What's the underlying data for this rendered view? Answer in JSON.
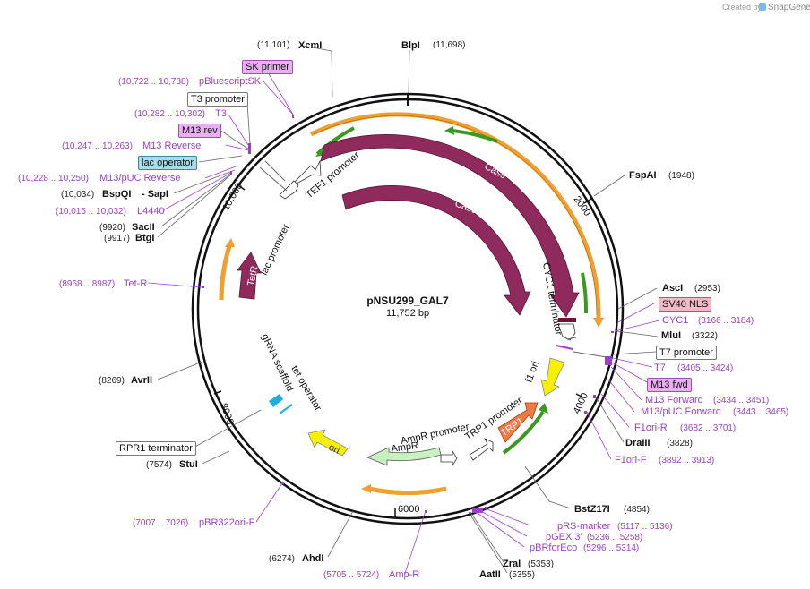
{
  "header": {
    "created_by": "Created by",
    "brand": "SnapGene"
  },
  "plasmid": {
    "name": "pNSU299_GAL7",
    "size": "11,752 bp"
  },
  "features": {
    "cas9_outer": "Cas9",
    "cas9_inner": "Cas9",
    "tetr": "TetR",
    "trp1": "TRP1",
    "ori": "ori",
    "tef1": "TEF1 promoter",
    "lac": "lac promoter",
    "cyc1": "CYC1 terminator",
    "f1ori": "f1 ori",
    "trp1_prom": "TRP1 promoter",
    "ampr_prom": "AmpR promoter",
    "ampr": "AmpR",
    "grna": "gRNA scaffold",
    "tet_op": "tet operator"
  },
  "ticks": {
    "t2000": "2000",
    "t4000": "4000",
    "t6000": "6000",
    "t8000": "8000",
    "t10000": "10,000"
  },
  "sites": {
    "xcmi_num": "(11,101)",
    "xcmi": "XcmI",
    "blpi": "BlpI",
    "blpi_num": "(11,698)",
    "fspai": "FspAI",
    "fspai_num": "(1948)",
    "asci": "AscI",
    "asci_num": "(2953)",
    "mlui": "MluI",
    "mlui_num": "(3322)",
    "draiii": "DraIII",
    "draiii_num": "(3828)",
    "bstz17i": "BstZ17I",
    "bstz17i_num": "(4854)",
    "zrai": "ZraI",
    "zrai_num": "(5353)",
    "aatii": "AatII",
    "aatii_num": "(5355)",
    "ahdi_num": "(6274)",
    "ahdi": "AhdI",
    "stui_num": "(7574)",
    "stui": "StuI",
    "avrii_num": "(8269)",
    "avrii": "AvrII",
    "btgi_num": "(9917)",
    "btgi": "BtgI",
    "sacii_num": "(9920)",
    "sacii": "SacII",
    "bspqi_num": "(10,034)",
    "bspqi": "BspQI",
    "sapi": "- SapI"
  },
  "primers": {
    "sk_primer": "SK primer",
    "pbluescript_num": "(10,722 .. 10,738)",
    "pbluescript": "pBluescriptSK",
    "t3_promoter": "T3 promoter",
    "t3_num": "(10,282 .. 10,302)",
    "t3": "T3",
    "m13rev": "M13 rev",
    "m13reverse_num": "(10,247 .. 10,263)",
    "m13reverse": "M13 Reverse",
    "lac_operator": "lac operator",
    "m13puc_rev_num": "(10,228 .. 10,250)",
    "m13puc_rev": "M13/pUC Reverse",
    "l4440_num": "(10,015 .. 10,032)",
    "l4440": "L4440",
    "tetr_num": "(8968 .. 8987)",
    "tetr": "Tet-R",
    "sv40": "SV40 NLS",
    "cyc1": "CYC1",
    "cyc1_num": "(3166 .. 3184)",
    "t7_promoter": "T7 promoter",
    "t7": "T7",
    "t7_num": "(3405 .. 3424)",
    "m13fwd": "M13 fwd",
    "m13forward": "M13 Forward",
    "m13forward_num": "(3434 .. 3451)",
    "m13puc_fwd": "M13/pUC Forward",
    "m13puc_fwd_num": "(3443 .. 3465)",
    "f1ori_r": "F1ori-R",
    "f1ori_r_num": "(3682 .. 3701)",
    "f1ori_f": "F1ori-F",
    "f1ori_f_num": "(3892 .. 3913)",
    "prs": "pRS-marker",
    "prs_num": "(5117 .. 5136)",
    "pgex": "pGEX 3'",
    "pgex_num": "(5236 .. 5258)",
    "pbrforeco": "pBRforEco",
    "pbrforeco_num": "(5296 .. 5314)",
    "pbr322": "pBR322ori-F",
    "pbr322_num": "(7007 .. 7026)",
    "ampr_primer": "Amp-R",
    "ampr_primer_num": "(5705 .. 5724)",
    "rpr1": "RPR1 terminator"
  },
  "colors": {
    "cas9": "#8e2a5c",
    "trp1": "#f07a45",
    "ori": "#f8f000",
    "ampr": "#c8f0c0",
    "primer_orange": "#f0a030",
    "primer_green": "#3a9a20",
    "site_purple": "#9b3fc7"
  }
}
